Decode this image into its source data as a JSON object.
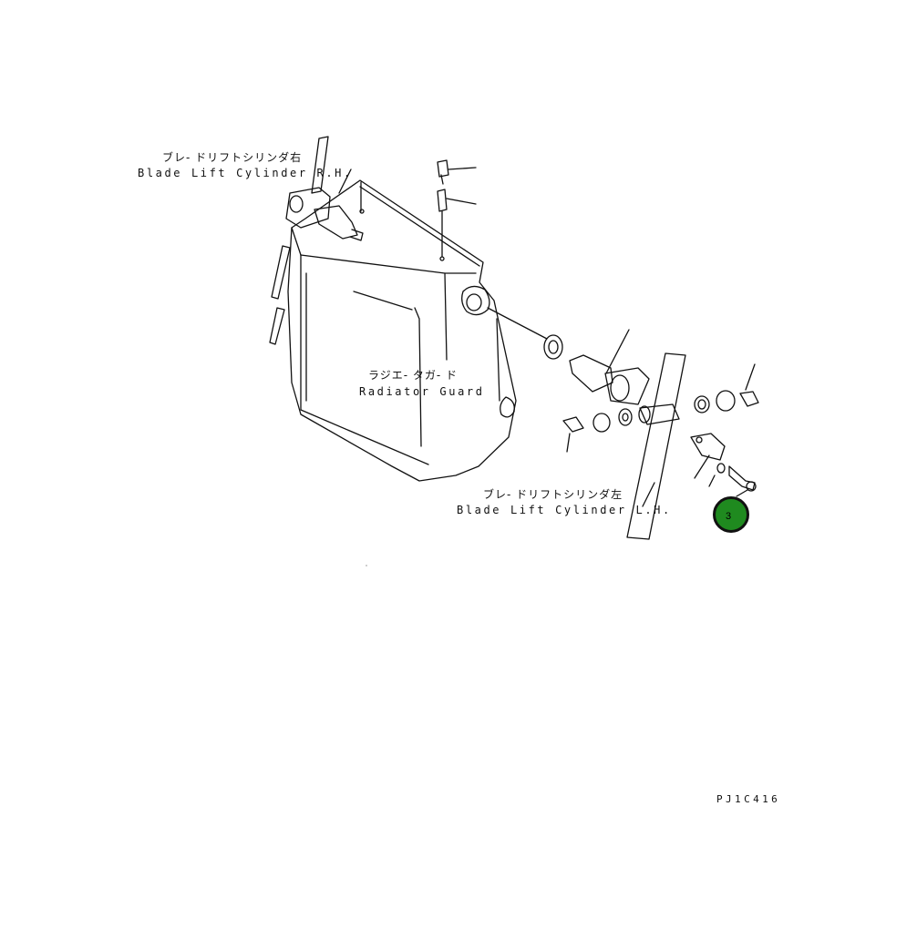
{
  "labels": {
    "cyl_rh_jp": "ブレ- ドリフトシリンダ右",
    "cyl_rh_en": "Blade Lift Cylinder R.H.",
    "radiator_jp": "ラジエ- タガ- ド",
    "radiator_en": "Radiator Guard",
    "cyl_lh_jp": "ブレ- ドリフトシリンダ左",
    "cyl_lh_en": "Blade Lift Cylinder L.H."
  },
  "callout": {
    "number": "3",
    "color": "#1f8a1f"
  },
  "drawing_code": "PJ1C416"
}
